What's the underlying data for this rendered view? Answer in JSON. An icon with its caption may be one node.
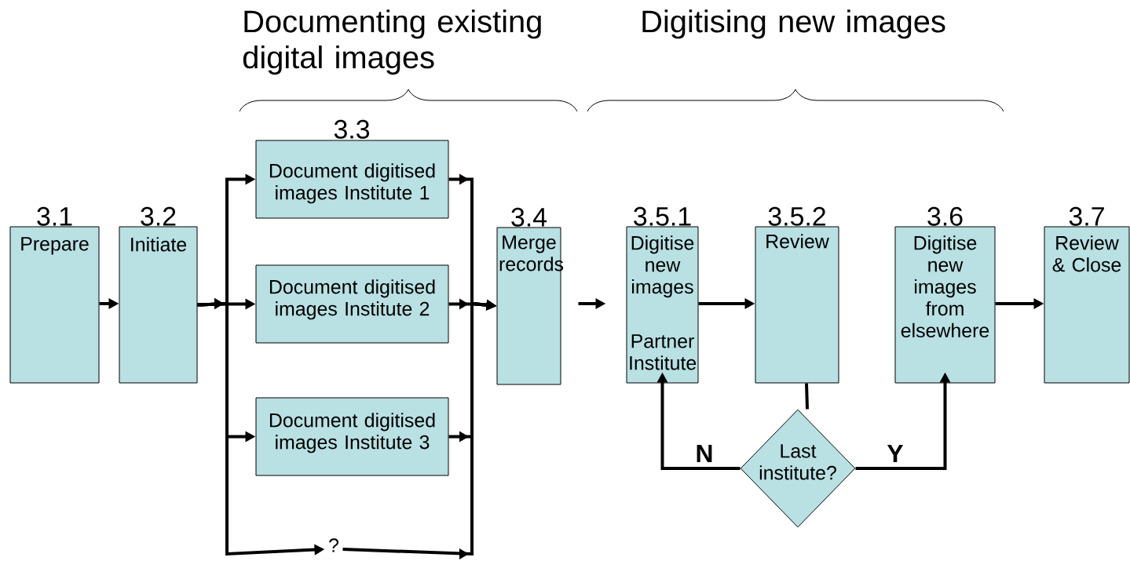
{
  "diagram": {
    "nodes": [
      {
        "text": [
          "3.1",
          "Prepare"
        ]
      },
      {
        "text": [
          "3.2",
          "Initiate"
        ]
      },
      {
        "text": [
          "Document digitised images Institute 1"
        ],
        "beside": [
          "3.3"
        ]
      },
      {
        "text": [
          "Document digitised images Institute 2"
        ]
      },
      {
        "text": [
          "Document digitised images Institute 3"
        ]
      },
      {
        "text": [
          "?"
        ]
      },
      {
        "text": [
          "3.4",
          "Merge records"
        ]
      },
      {
        "text": [
          "3.5.1",
          "Digitise new images",
          "Partner Institute"
        ]
      },
      {
        "text": [
          "3.5.2",
          "Review"
        ]
      },
      {
        "text": [
          "3.6",
          "Digitise new images from elsewhere"
        ]
      },
      {
        "text": [
          "3.7",
          "Review & Close"
        ]
      },
      {
        "text": [
          "Last institute?"
        ]
      }
    ],
    "edges": [
      {
        "from": 0,
        "to": 1,
        "arrow": "to"
      },
      {
        "from": 1,
        "to": 2,
        "arrow": "to"
      },
      {
        "from": 1,
        "to": 3,
        "arrow": "to"
      },
      {
        "from": 1,
        "to": 4,
        "arrow": "to"
      },
      {
        "from": 1,
        "to": 5,
        "arrow": "to"
      },
      {
        "from": 2,
        "to": 6,
        "arrow": "to"
      },
      {
        "from": 3,
        "to": 6,
        "arrow": "to"
      },
      {
        "from": 4,
        "to": 6,
        "arrow": "to"
      },
      {
        "from": 5,
        "to": 6,
        "arrow": "to"
      },
      {
        "from": 6,
        "to": 7,
        "arrow": "to"
      },
      {
        "from": 7,
        "to": 8,
        "arrow": "to"
      },
      {
        "from": 8,
        "to": 11,
        "arrow": "none"
      },
      {
        "from": 11,
        "to": 7,
        "arrow": "to",
        "label": "N"
      },
      {
        "from": 11,
        "to": 9,
        "arrow": "to",
        "label": "Y"
      },
      {
        "from": 9,
        "to": 10,
        "arrow": "to"
      }
    ],
    "labels": [
      "Documenting existing digital images",
      "Digitising new images"
    ]
  }
}
